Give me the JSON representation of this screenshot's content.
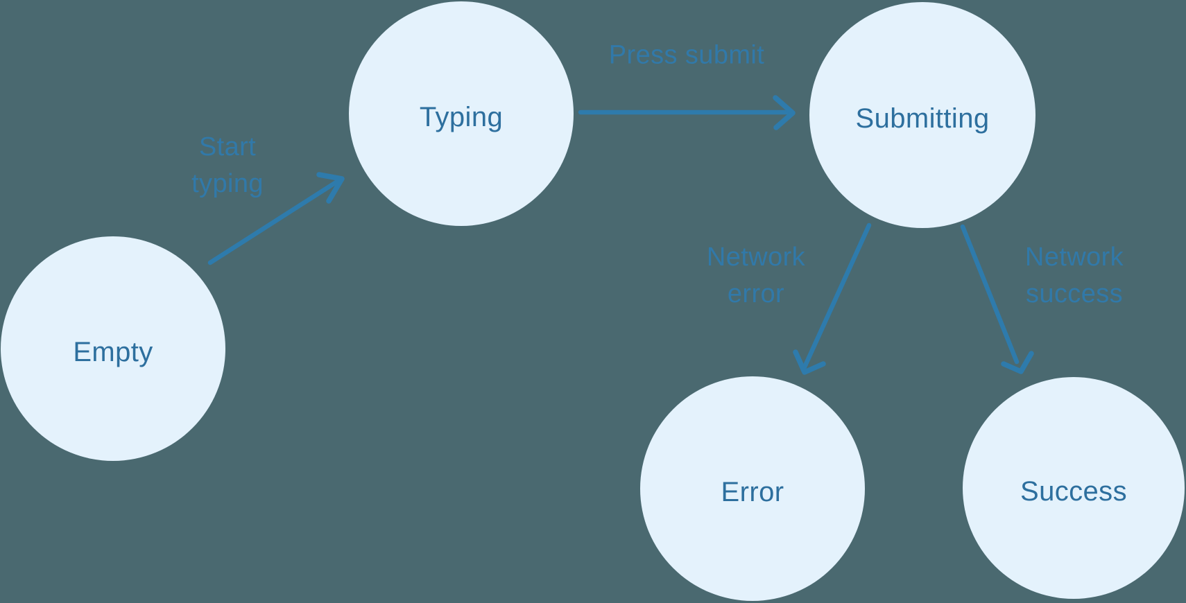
{
  "diagram": {
    "states": [
      {
        "id": "empty",
        "label": "Empty"
      },
      {
        "id": "typing",
        "label": "Typing"
      },
      {
        "id": "submitting",
        "label": "Submitting"
      },
      {
        "id": "error",
        "label": "Error"
      },
      {
        "id": "success",
        "label": "Success"
      }
    ],
    "transitions": [
      {
        "id": "start-typing",
        "from": "empty",
        "to": "typing",
        "lines": [
          "Start",
          "typing"
        ]
      },
      {
        "id": "press-submit",
        "from": "typing",
        "to": "submitting",
        "lines": [
          "Press submit"
        ]
      },
      {
        "id": "network-error",
        "from": "submitting",
        "to": "error",
        "lines": [
          "Network",
          "error"
        ]
      },
      {
        "id": "network-success",
        "from": "submitting",
        "to": "success",
        "lines": [
          "Network",
          "success"
        ]
      }
    ]
  },
  "colors": {
    "background": "#4A6970",
    "node_fill": "#E4F2FC",
    "node_text": "#2D6F9E",
    "arrow": "#2E7BAC",
    "transition_text": "#3179A9"
  }
}
